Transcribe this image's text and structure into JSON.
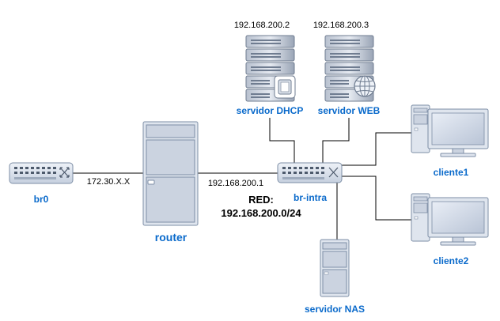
{
  "network": {
    "bridge_left": {
      "name": "br0",
      "link_label": "172.30.X.X"
    },
    "router": {
      "name": "router",
      "ip": "192.168.200.1"
    },
    "switch": {
      "name": "br-intra"
    },
    "subnet": {
      "line1": "RED:",
      "line2": "192.168.200.0/24"
    },
    "dhcp": {
      "name": "servidor DHCP",
      "ip": "192.168.200.2"
    },
    "web": {
      "name": "servidor WEB",
      "ip": "192.168.200.3"
    },
    "nas": {
      "name": "servidor NAS"
    },
    "client1": {
      "name": "cliente1"
    },
    "client2": {
      "name": "cliente2"
    }
  },
  "colors": {
    "label_blue": "#0a6acb",
    "device_fill": "#cfd8e6",
    "device_stroke": "#7d8ea6",
    "server_fill": "#8f9aab"
  },
  "icons": {
    "switch": "network-switch-icon",
    "router": "tower-router-icon",
    "server": "rack-server-icon",
    "pc": "desktop-computer-icon",
    "globe": "globe-icon",
    "document": "document-icon"
  }
}
